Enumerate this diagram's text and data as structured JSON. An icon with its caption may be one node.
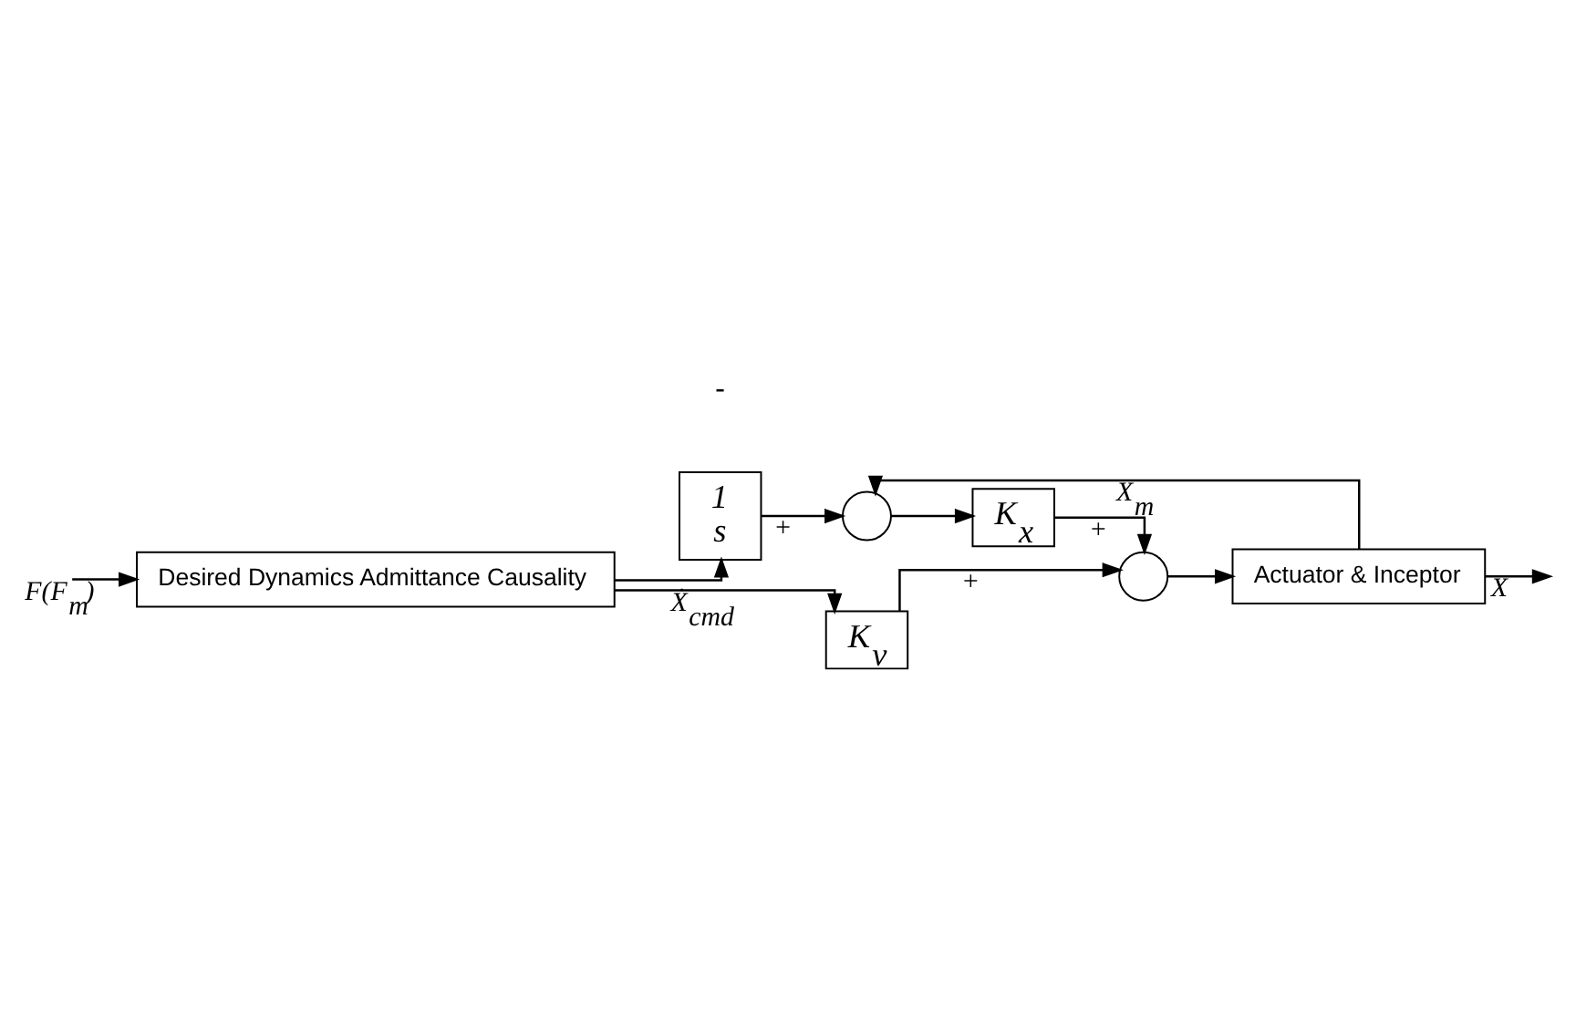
{
  "diagram": {
    "nodes": [
      {
        "text": [
          "Desired Dynamics Admittance Causality"
        ]
      },
      {
        "text": [
          "K$_{v}$"
        ]
      },
      {
        "text": [],
        "shape": "circle"
      },
      {
        "text": [
          "Actuator & Inceptor"
        ]
      },
      {
        "text": [
          "1",
          "s"
        ]
      },
      {
        "text": [],
        "shape": "circle"
      },
      {
        "text": [
          "K$_{x}$"
        ]
      }
    ],
    "edges": [
      {
        "from": null,
        "to": 0,
        "arrow": "to",
        "label": "F(F$_{m}$)"
      },
      {
        "from": 0,
        "to": 1,
        "arrow": "to",
        "label": "Ẋ$_{cmd}$"
      },
      {
        "from": 0,
        "to": 4,
        "arrow": "to"
      },
      {
        "from": 1,
        "to": 2,
        "arrow": "to",
        "label": "+"
      },
      {
        "from": 6,
        "to": 2,
        "arrow": "to",
        "label": "+"
      },
      {
        "from": 2,
        "to": 3,
        "arrow": "to"
      },
      {
        "from": 3,
        "to": null,
        "arrow": "to",
        "label": "X"
      },
      {
        "from": 4,
        "to": 5,
        "arrow": "to",
        "label": "+"
      },
      {
        "from": 5,
        "to": 6,
        "arrow": "to"
      },
      {
        "from": 3,
        "to": 5,
        "arrow": "to",
        "label": "X$_{m}$"
      }
    ],
    "labels": [
      "-"
    ]
  }
}
